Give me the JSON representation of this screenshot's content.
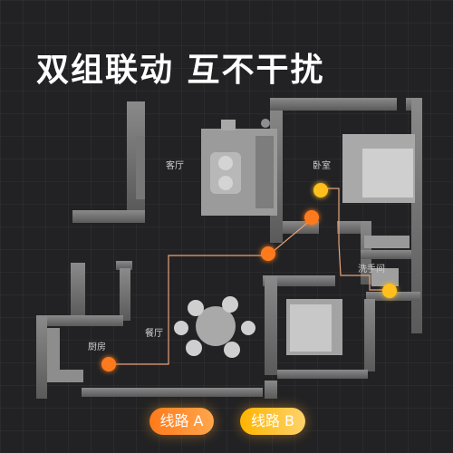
{
  "headline": "双组联动 互不干扰",
  "rooms": {
    "living": "客厅",
    "bedroom": "卧室",
    "bathroom": "洗手间",
    "kitchen": "厨房",
    "dining": "餐厅"
  },
  "legend": {
    "line_a": "线路 A",
    "line_b": "线路 B"
  },
  "colors": {
    "line_a_gradient": [
      "#ff7a1a",
      "#ffa64d"
    ],
    "line_b_gradient": [
      "#ffb400",
      "#ffd36b"
    ],
    "wire": "#e8a27a",
    "node_orange": "#ff7a1a",
    "node_yellow": "#ffbf1a"
  }
}
